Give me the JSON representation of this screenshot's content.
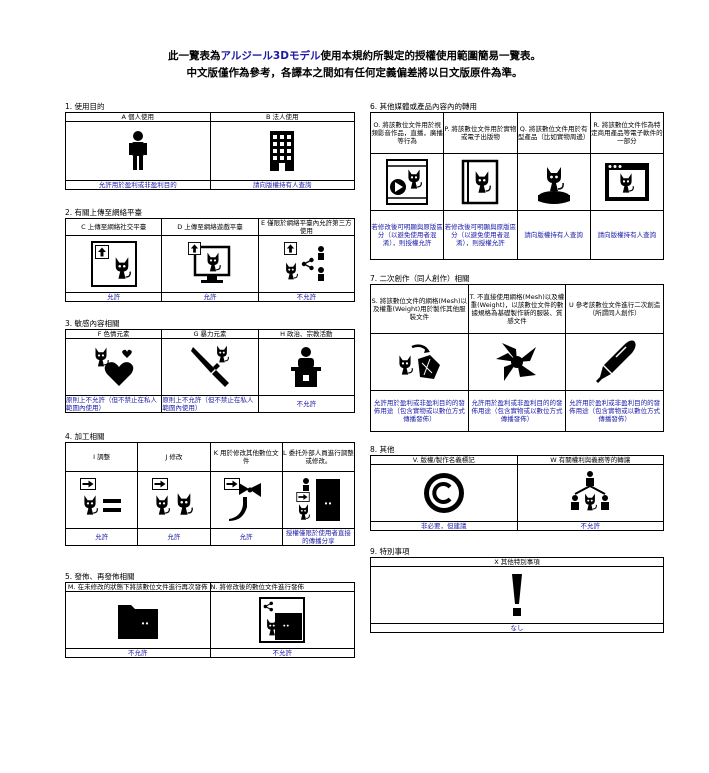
{
  "header": {
    "line1_pre": "此一覽表為",
    "line1_accent": "アルジール3Dモデル",
    "line1_post": "使用本規約所製定的授權使用範圍簡易一覽表。",
    "line2": "中文版僅作為參考，各譯本之間如有任何定義偏差將以日文版原件為準。"
  },
  "sections": {
    "s1": {
      "title": "1. 使用目的",
      "cols": [
        {
          "header": "A 個人使用",
          "icon": "person-icon",
          "footer": "允許用於盈利或非盈利目的"
        },
        {
          "header": "B 法人使用",
          "icon": "office-building-icon",
          "footer": "請向版權持有人查詢"
        }
      ]
    },
    "s2": {
      "title": "2. 有關上傳至網絡平臺",
      "cols": [
        {
          "header": "C 上傳至網絡社交平臺",
          "icon": "upload-social-icon",
          "footer": "允許"
        },
        {
          "header": "D 上傳至網絡遊戲平臺",
          "icon": "upload-game-icon",
          "footer": "允許"
        },
        {
          "header": "E 僅限於網絡平臺內允許第三方使用",
          "icon": "share-third-party-icon",
          "footer": "不允許"
        }
      ]
    },
    "s3": {
      "title": "3. 敏感內容相關",
      "cols": [
        {
          "header": "F 色情元素",
          "icon": "hearts-icon",
          "footer": "原則上不允許（但不禁止在私人範圍內使用）"
        },
        {
          "header": "G 暴力元素",
          "icon": "knife-icon",
          "footer": "原則上不允許（但不禁止在私人範圍內使用）"
        },
        {
          "header": "H 政治、宗教活動",
          "icon": "podium-speaker-icon",
          "footer": "不允許"
        }
      ]
    },
    "s4": {
      "title": "4. 加工相關",
      "cols": [
        {
          "header": "I 調整",
          "icon": "adjust-icon",
          "footer": "允許"
        },
        {
          "header": "J 修改",
          "icon": "modify-icon",
          "footer": "允許"
        },
        {
          "header": "K 用於修改其他數位文件",
          "icon": "modify-other-icon",
          "footer": "允許"
        },
        {
          "header": "L 委托外部人員進行調整或修改。",
          "icon": "outsource-icon",
          "footer": "授權僅限於使用者直接的傳播分享"
        }
      ]
    },
    "s5": {
      "title": "5. 發佈、再發佈相關",
      "cols": [
        {
          "header": "M. 在未修改的狀態下將該數位文件進行再次發佈",
          "icon": "redistribute-folder-icon",
          "footer": "不允許"
        },
        {
          "header": "N. 將修改後的數位文件進行發佈",
          "icon": "distribute-modified-icon",
          "footer": "不允許"
        }
      ]
    },
    "s6": {
      "title": "6. 其他媒體或產品內容內的轉用",
      "cols": [
        {
          "header": "O. 將該數位文件用於視頻影音作品，直播，廣播等行為",
          "icon": "video-play-icon",
          "footer": "若修改後可明顯與原版區分（以避免使用者混淆），則授權允許"
        },
        {
          "header": "P. 將該數位文件用於實物或電子出版物",
          "icon": "book-publication-icon",
          "footer": "若修改後可明顯與原版區分（以避免使用者混淆），則授權允許"
        },
        {
          "header": "Q. 將該數位文件用於有型產品（比如實物周邊）",
          "icon": "figurine-product-icon",
          "footer": "請向版權持有人查詢"
        },
        {
          "header": "R. 將該數位文件作為特定商用產品等電子軟件的一部分",
          "icon": "software-window-icon",
          "footer": "請向版權持有人查詢"
        }
      ]
    },
    "s7": {
      "title": "7. 二次創作（同人創作）相關",
      "cols": [
        {
          "header": "S. 將該數位文件的網格(Mesh)以及權重(Weight)用於製作其他服裝文件",
          "icon": "mesh-clothing-icon",
          "footer": "允許用於盈利或非盈利目的的發佈用途（包含實物或以數位方式傳播發佈）"
        },
        {
          "header": "T. 不直接使用網格(Mesh)以及權重(Weight)，以該數位文件的數據規格為基礎製作新的服裝、質感文件",
          "icon": "texture-asset-icon",
          "footer": "允許用於盈利或非盈利目的的發佈用途（包含實物或以數位方式傳播發佈）"
        },
        {
          "header": "U 參考該數位文件進行二次創造（所謂同人創作）",
          "icon": "pen-nib-icon",
          "footer": "允許用於盈利或非盈利目的的發佈用途（包含實物或以數位方式傳播發佈）"
        }
      ]
    },
    "s8": {
      "title": "8. 其他",
      "cols": [
        {
          "header": "V. 版權/製作名義標記",
          "icon": "copyright-icon",
          "footer": "非必要，但建議"
        },
        {
          "header": "W 有關權利與義務等的轉讓",
          "icon": "rights-transfer-icon",
          "footer": "不允許"
        }
      ]
    },
    "s9": {
      "title": "9. 特別事項",
      "cols": [
        {
          "header": "X 其他特別事項",
          "icon": "exclamation-icon",
          "footer": "なし"
        }
      ]
    }
  }
}
